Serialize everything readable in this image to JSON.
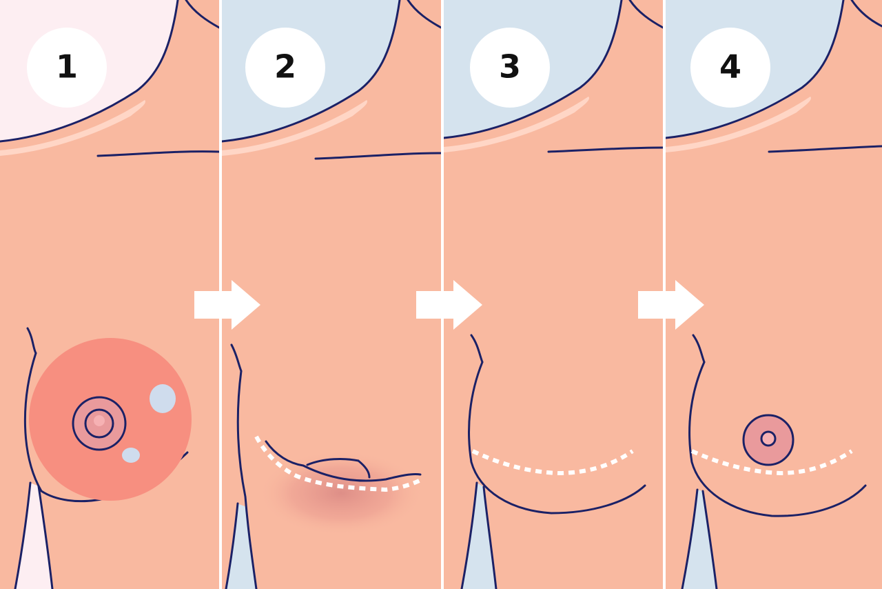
{
  "colors": {
    "skin": "#f9b9a0",
    "skin_highlight": "#ffd6c6",
    "outline": "#1b2166",
    "background_first": "#fdeef2",
    "background_other": "#d5e3ee",
    "breast_circle": "#f78f80",
    "areola": "#e99a9c",
    "nipple": "#f6b1b3",
    "lump": "#cfdced",
    "scar_dash": "#ffffff",
    "bruise": "#d98783",
    "arrow": "#ffffff",
    "badge": "#ffffff"
  },
  "panels": [
    {
      "step": "1"
    },
    {
      "step": "2"
    },
    {
      "step": "3"
    },
    {
      "step": "4"
    }
  ]
}
